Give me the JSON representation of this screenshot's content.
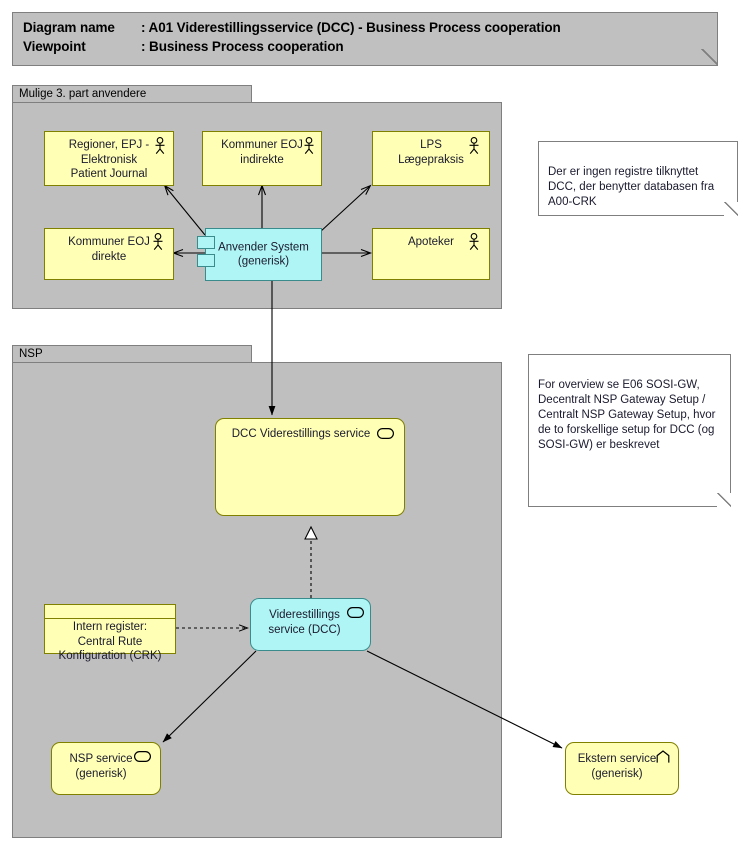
{
  "title_bar": {
    "line1_label": "Diagram name",
    "line1_sep": ": ",
    "line1_value": "A01 Viderestillingsservice (DCC) - Business Process cooperation",
    "line2_label": "Viewpoint",
    "line2_sep": ": ",
    "line2_value": "Business Process cooperation"
  },
  "groups": [
    {
      "id": "third-party",
      "label": "Mulige 3. part anvendere"
    },
    {
      "id": "nsp",
      "label": "NSP"
    }
  ],
  "nodes": [
    {
      "id": "regioner-epj",
      "label": "Regioner, EPJ -\nElektronisk\nPatient Journal",
      "icon": "actor-icon"
    },
    {
      "id": "kommuner-indirekte",
      "label": "Kommuner EOJ\nindirekte",
      "icon": "actor-icon"
    },
    {
      "id": "lps-laegepraksis",
      "label": "LPS\nLægepraksis",
      "icon": "actor-icon"
    },
    {
      "id": "kommuner-direkte",
      "label": "Kommuner EOJ\ndirekte",
      "icon": "actor-icon"
    },
    {
      "id": "apoteker",
      "label": "Apoteker",
      "icon": "actor-icon"
    },
    {
      "id": "anvender-system",
      "label": "Anvender System\n(generisk)",
      "icon": "component-icon"
    },
    {
      "id": "dcc-viderestillings-service",
      "label": "DCC Viderestillings service",
      "icon": "service-icon"
    },
    {
      "id": "viderestillings-service-dcc",
      "label": "Viderestillings\nservice (DCC)",
      "icon": "service-icon"
    },
    {
      "id": "intern-register-crk",
      "label": "Intern register:\nCentral Rute\nKonfiguration (CRK)",
      "icon": "data-object-icon"
    },
    {
      "id": "nsp-service",
      "label": "NSP service\n(generisk)",
      "icon": "service-icon"
    },
    {
      "id": "ekstern-service",
      "label": "Ekstern service\n(generisk)",
      "icon": "interaction-icon"
    }
  ],
  "notes": [
    {
      "id": "note-registre",
      "text": "Der er ingen registre tilknyttet DCC, der benytter databasen fra A00-CRK"
    },
    {
      "id": "note-overview",
      "text": "For overview se E06 SOSI-GW, Decentralt NSP Gateway Setup / Centralt NSP Gateway Setup, hvor de to forskellige setup for DCC (og SOSI-GW) er beskrevet"
    }
  ],
  "colors": {
    "group_fill": "#bfbfbf",
    "group_border": "#7f7f7f",
    "business_fill": "#ffffb5",
    "business_border": "#808000",
    "application_fill": "#aff5f5",
    "application_border": "#3a8c8c",
    "note_fill": "#ffffff",
    "line": "#000000",
    "canvas": "#ffffff"
  }
}
